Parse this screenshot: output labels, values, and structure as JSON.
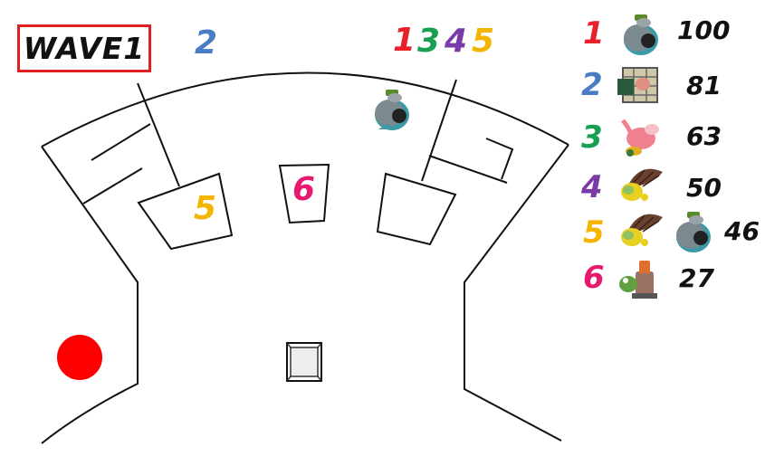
{
  "wave": {
    "label": "WAVE1"
  },
  "colors": {
    "red": "#e8202a",
    "blue": "#4a7cc4",
    "green": "#18a050",
    "purple": "#7a3aa8",
    "yellow": "#f5b400",
    "pink": "#e8186e",
    "marker": "#ff0000"
  },
  "map_labels": {
    "top_left": "2",
    "top_right": [
      "1",
      "3",
      "4",
      "5"
    ],
    "left_pocket": "5",
    "center_pocket": "6"
  },
  "legend": [
    {
      "number": "1",
      "color": "#e8202a",
      "count": "100",
      "enemies": [
        "bomber-icon"
      ]
    },
    {
      "number": "2",
      "color": "#4a7cc4",
      "count": "81",
      "enemies": [
        "cage-enemy-icon"
      ]
    },
    {
      "number": "3",
      "color": "#18a050",
      "count": "63",
      "enemies": [
        "pink-bird-enemy-icon"
      ]
    },
    {
      "number": "4",
      "color": "#7a3aa8",
      "count": "50",
      "enemies": [
        "umbrella-enemy-icon"
      ]
    },
    {
      "number": "5",
      "color": "#f5b400",
      "count": "46",
      "enemies": [
        "umbrella-enemy-icon",
        "bomber-icon"
      ]
    },
    {
      "number": "6",
      "color": "#e8186e",
      "count": "27",
      "enemies": [
        "frog-robot-enemy-icon"
      ]
    }
  ],
  "map_enemy": "bomber-icon",
  "player_marker": "red-circle"
}
